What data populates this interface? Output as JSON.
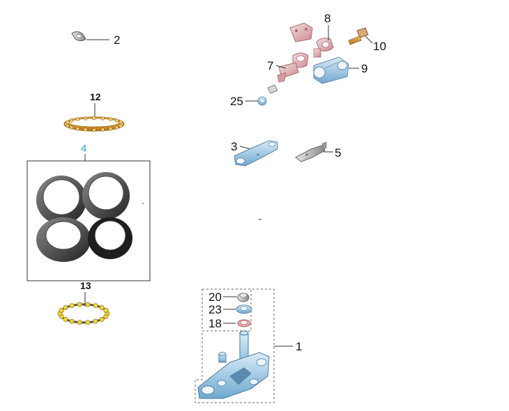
{
  "callouts": {
    "c1": "1",
    "c2": "2",
    "c3": "3",
    "c4": "4",
    "c5": "5",
    "c7": "7",
    "c8": "8",
    "c9": "9",
    "c10": "10",
    "c12": "12",
    "c13": "13",
    "c18": "18",
    "c20": "20",
    "c23": "23",
    "c25": "25"
  },
  "colors": {
    "accent_blue": "#3aa0d0",
    "part_pink": "#e8b4b8",
    "part_blue": "#a8d0e8",
    "part_gold": "#e0a030",
    "part_dark": "#2a2a2a"
  }
}
